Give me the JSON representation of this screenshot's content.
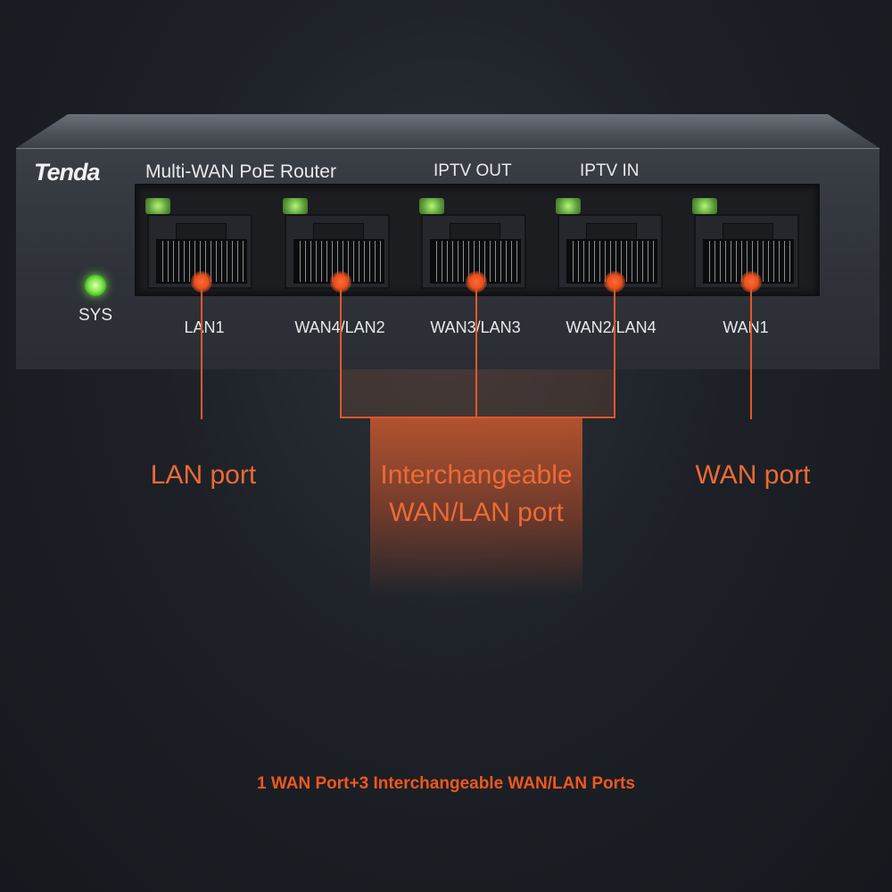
{
  "device": {
    "brand": "Tenda",
    "model": "Multi-WAN PoE Router",
    "iptv_out": "IPTV OUT",
    "iptv_in": "IPTV IN",
    "sys_label": "SYS"
  },
  "ports": [
    {
      "label": "LAN1"
    },
    {
      "label": "WAN4/LAN2"
    },
    {
      "label": "WAN3/LAN3"
    },
    {
      "label": "WAN2/LAN4"
    },
    {
      "label": "WAN1"
    }
  ],
  "callouts": {
    "lan": "LAN port",
    "interchangeable_line1": "Interchangeable",
    "interchangeable_line2": "WAN/LAN port",
    "wan": "WAN port"
  },
  "footer": "1 WAN Port+3 Interchangeable WAN/LAN Ports",
  "colors": {
    "accent": "#ee6a34",
    "led_green": "#7de84a",
    "background": "#1d2127"
  },
  "icons": {
    "status_led": "sys-led-icon",
    "port_led": "port-led-icon",
    "ethernet_port": "rj45-port-icon"
  }
}
